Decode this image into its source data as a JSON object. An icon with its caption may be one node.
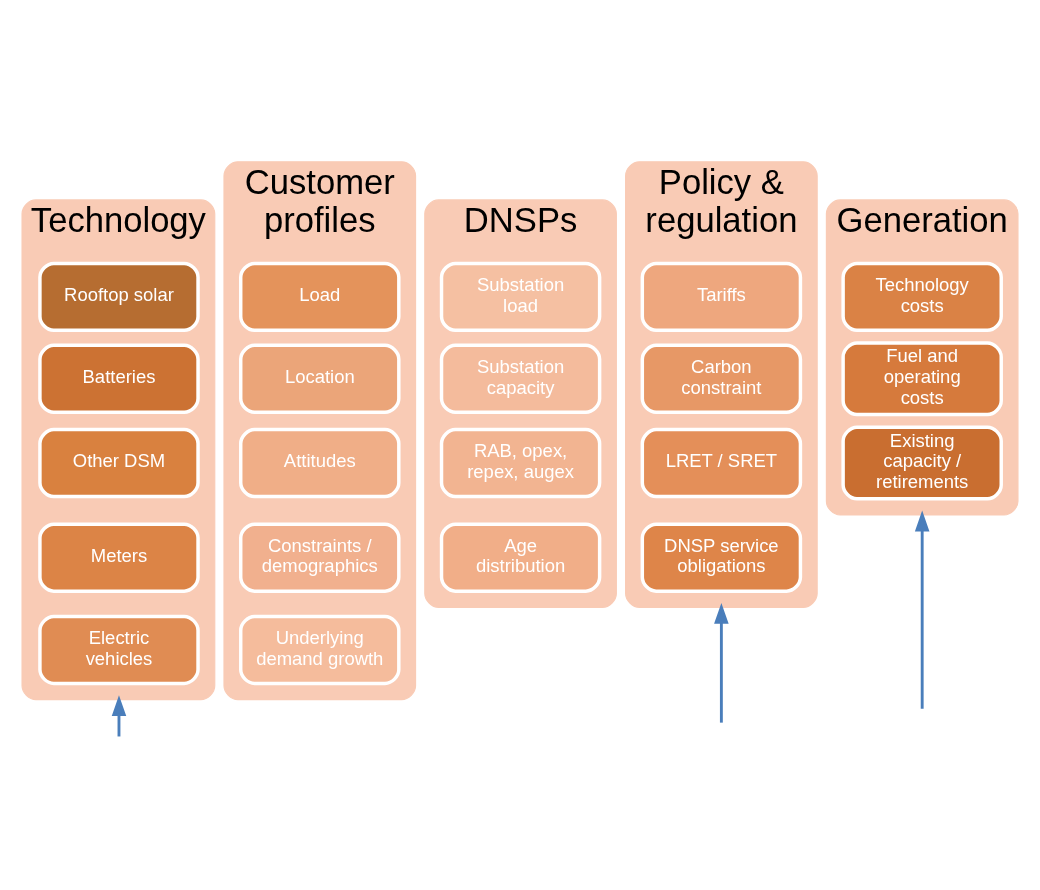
{
  "diagram": {
    "nodes": [
      {
        "text": [
          "Technology"
        ]
      },
      {
        "text": [
          "Rooftop solar"
        ],
        "in": 0
      },
      {
        "text": [
          "Batteries"
        ],
        "in": 0
      },
      {
        "text": [
          "Other DSM"
        ],
        "in": 0
      },
      {
        "text": [
          "Meters"
        ],
        "in": 0
      },
      {
        "text": [
          "Electric vehicles"
        ],
        "in": 0
      },
      {
        "text": [
          "Customer profiles"
        ]
      },
      {
        "text": [
          "Load"
        ],
        "in": 6
      },
      {
        "text": [
          "Location"
        ],
        "in": 6
      },
      {
        "text": [
          "Attitudes"
        ],
        "in": 6
      },
      {
        "text": [
          "Constraints / demographics"
        ],
        "in": 6
      },
      {
        "text": [
          "Underlying demand growth"
        ],
        "in": 6
      },
      {
        "text": [
          "DNSPs"
        ]
      },
      {
        "text": [
          "Substation load"
        ],
        "in": 12
      },
      {
        "text": [
          "Substation capacity"
        ],
        "in": 12
      },
      {
        "text": [
          "RAB, opex, repex, augex"
        ],
        "in": 12
      },
      {
        "text": [
          "Age distribution"
        ],
        "in": 12
      },
      {
        "text": [
          "Policy & regulation"
        ]
      },
      {
        "text": [
          "Tariffs"
        ],
        "in": 17
      },
      {
        "text": [
          "Carbon constraint"
        ],
        "in": 17
      },
      {
        "text": [
          "LRET / SRET"
        ],
        "in": 17
      },
      {
        "text": [
          "DNSP service obligations"
        ],
        "in": 17
      },
      {
        "text": [
          "Generation"
        ]
      },
      {
        "text": [
          "Technology costs"
        ],
        "in": 22
      },
      {
        "text": [
          "Fuel and operating costs"
        ],
        "in": 22
      },
      {
        "text": [
          "Existing capacity / retirements"
        ],
        "in": 22
      }
    ],
    "edges": [
      {
        "from": null,
        "to": 0,
        "arrow": "to"
      },
      {
        "from": null,
        "to": 17,
        "arrow": "to"
      },
      {
        "from": null,
        "to": 22,
        "arrow": "to"
      }
    ]
  }
}
